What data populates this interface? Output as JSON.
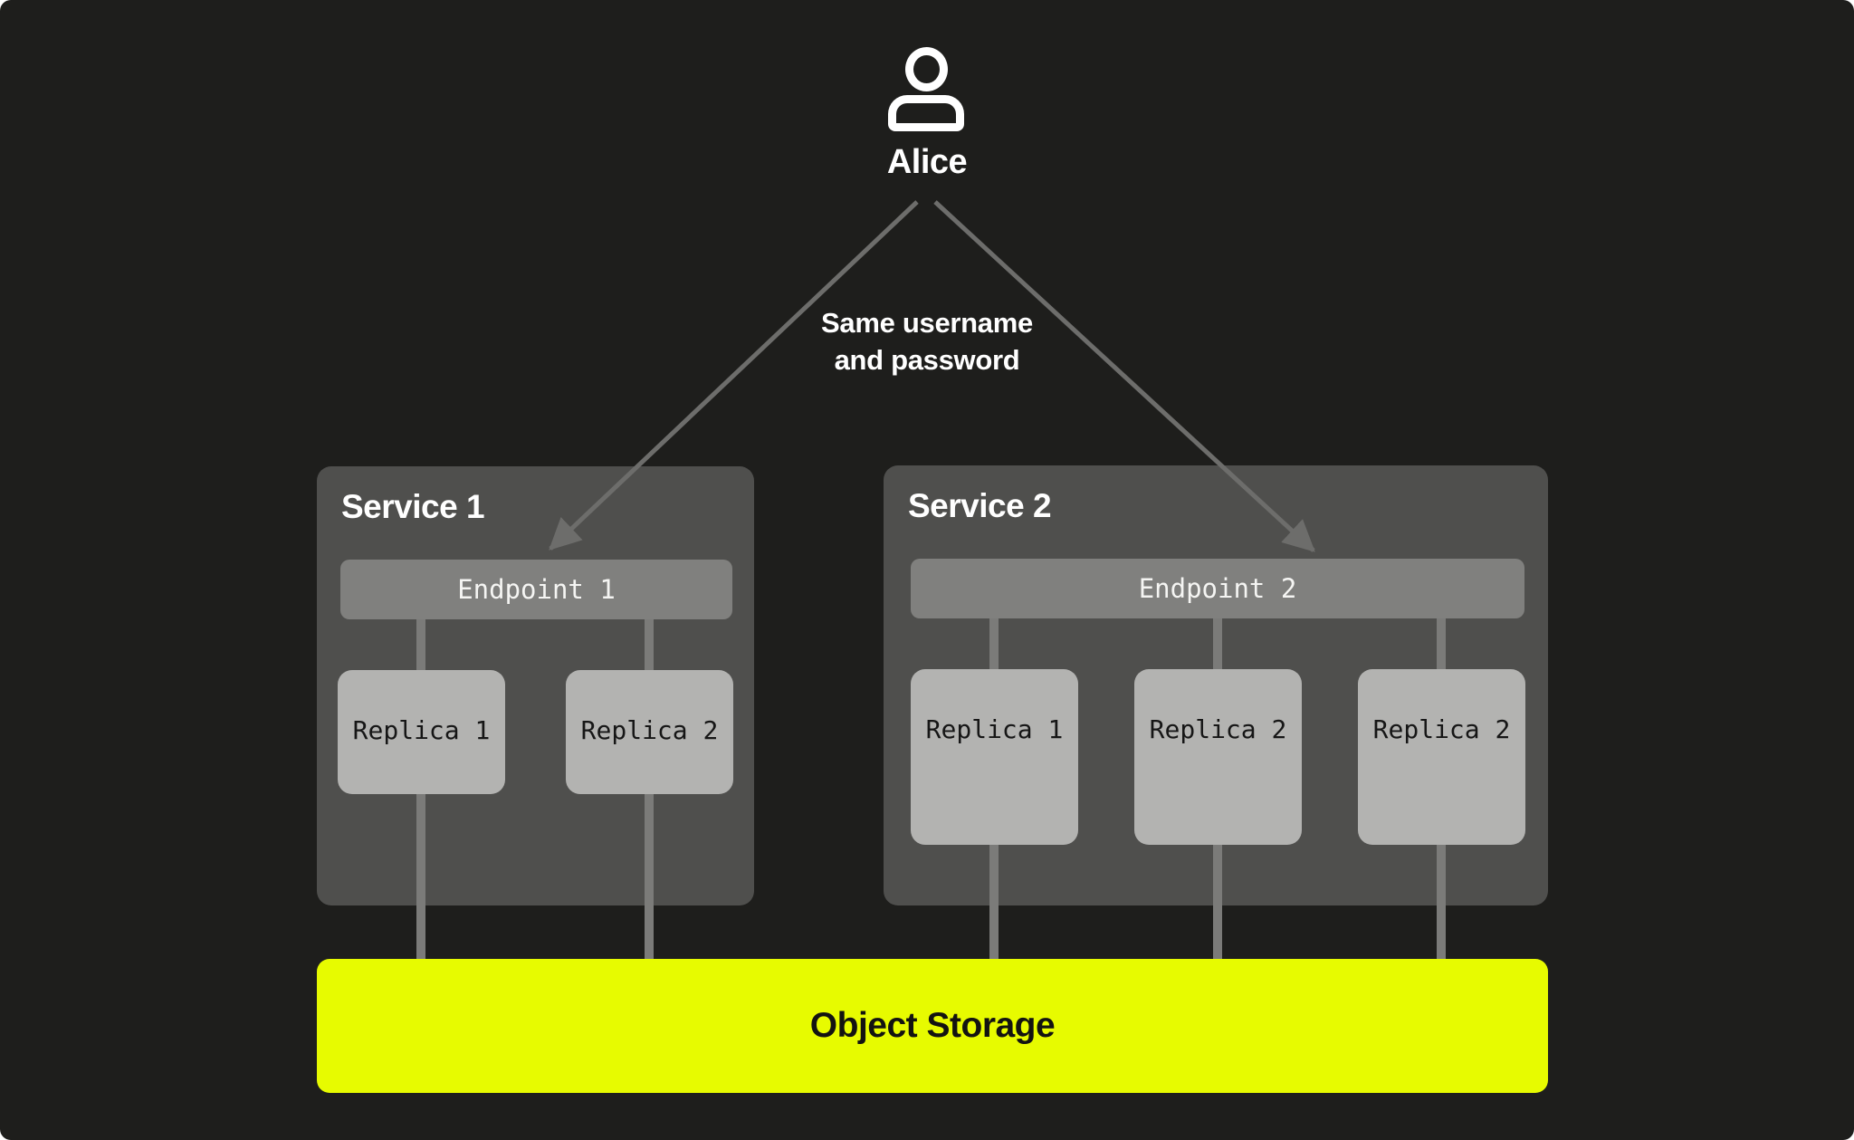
{
  "user": {
    "name": "Alice"
  },
  "credentials_note": {
    "line1": "Same username",
    "line2": "and password"
  },
  "services": [
    {
      "title": "Service 1",
      "endpoint": "Endpoint 1",
      "replicas": [
        "Replica 1",
        "Replica 2"
      ]
    },
    {
      "title": "Service 2",
      "endpoint": "Endpoint 2",
      "replicas": [
        "Replica 1",
        "Replica 2",
        "Replica 2"
      ]
    }
  ],
  "storage": {
    "label": "Object Storage"
  },
  "icons": {
    "user": "person-icon"
  },
  "colors": {
    "background": "#1e1e1c",
    "service_box": "#4f4f4d",
    "endpoint_bar": "#80807e",
    "replica_box": "#b3b3b1",
    "storage_accent": "#e7fb00",
    "connector": "#7b7b79",
    "arrow": "#6d6d6b",
    "text_light": "#ffffff",
    "text_dark": "#161616"
  }
}
